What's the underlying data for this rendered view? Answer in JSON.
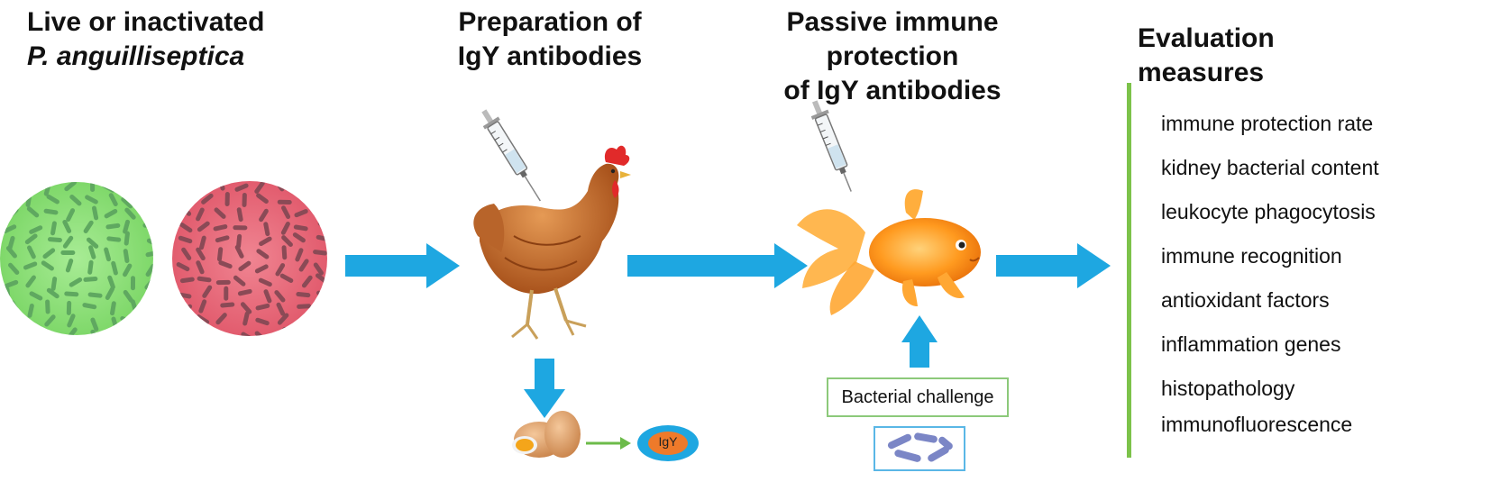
{
  "stages": [
    {
      "line1": "Live or inactivated",
      "line2": "P. anguilliseptica"
    },
    {
      "line1": "Preparation of",
      "line2": "IgY antibodies"
    },
    {
      "line1": "Passive immune protection",
      "line2": "of IgY antibodies"
    },
    {
      "line1": "Evaluation measures"
    }
  ],
  "measures": [
    "immune protection rate",
    "kidney bacterial content",
    "leukocyte phagocytosis",
    "immune recognition",
    "antioxidant factors",
    "inflammation genes",
    "histopathology",
    "immunofluorescence"
  ],
  "igy_label": "IgY",
  "challenge_label": "Bacterial challenge",
  "colors": {
    "arrow": "#1ea7e1",
    "live_circle": "#8ee07a",
    "inactivated_circle": "#e86a7a",
    "divider": "#7cc24a",
    "challenge_border": "#8cc97a",
    "bacteria_box_border": "#5ab7e6"
  }
}
